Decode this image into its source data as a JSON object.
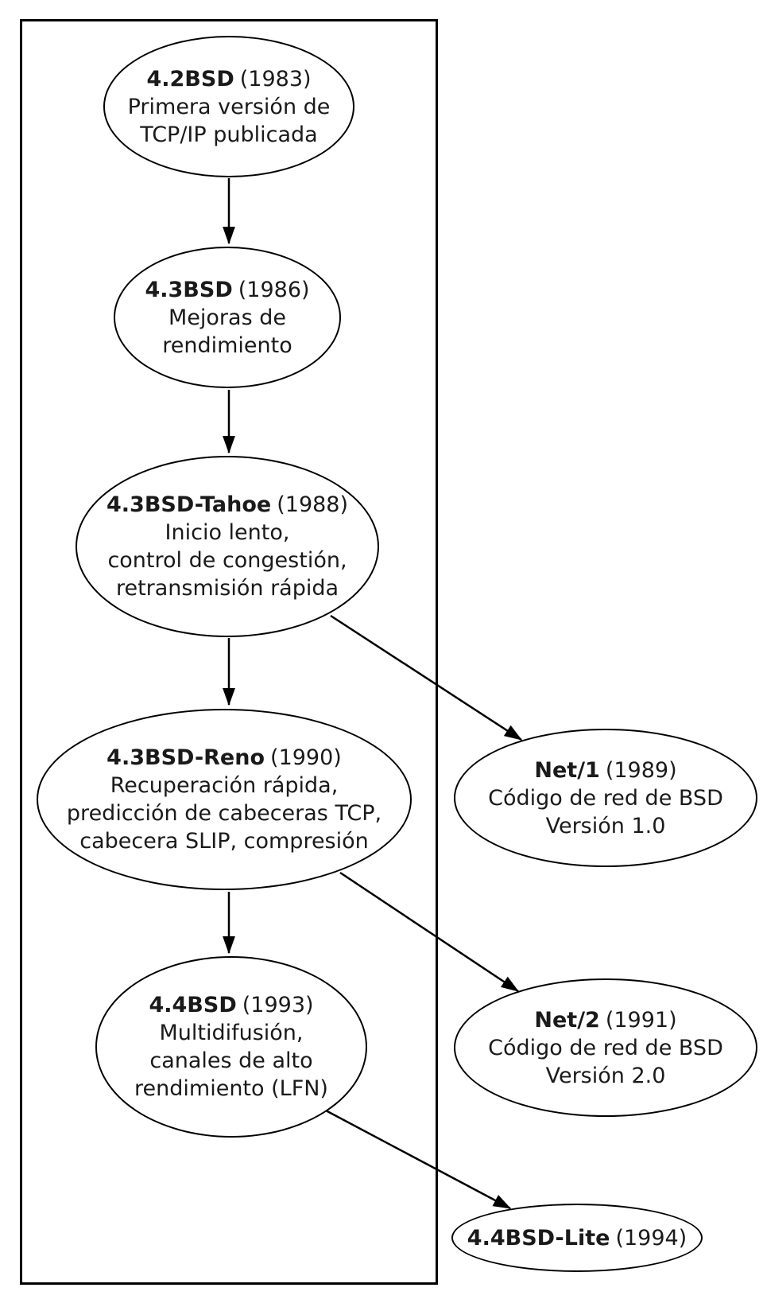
{
  "colors": {
    "background": "#ffffff",
    "stroke": "#000000",
    "text": "#1a1a1a"
  },
  "nodes": [
    {
      "name": "4.2BSD",
      "year": "(1983)",
      "lines": [
        "Primera versión de",
        "TCP/IP publicada"
      ]
    },
    {
      "name": "4.3BSD",
      "year": "(1986)",
      "lines": [
        "Mejoras de",
        "rendimiento"
      ]
    },
    {
      "name": "4.3BSD-Tahoe",
      "year": "(1988)",
      "lines": [
        "Inicio lento,",
        "control de congestión,",
        "retransmisión rápida"
      ]
    },
    {
      "name": "4.3BSD-Reno",
      "year": "(1990)",
      "lines": [
        "Recuperación rápida,",
        "predicción de cabeceras TCP,",
        "cabecera SLIP, compresión"
      ]
    },
    {
      "name": "4.4BSD",
      "year": "(1993)",
      "lines": [
        "Multidifusión,",
        "canales de alto",
        "rendimiento (LFN)"
      ]
    },
    {
      "name": "Net/1",
      "year": "(1989)",
      "lines": [
        "Código de red de BSD",
        "Versión 1.0"
      ]
    },
    {
      "name": "Net/2",
      "year": "(1991)",
      "lines": [
        "Código de red de BSD",
        "Versión 2.0"
      ]
    },
    {
      "name": "4.4BSD-Lite",
      "year": "(1994)",
      "lines": []
    }
  ],
  "edges": [
    {
      "from": "4.2BSD",
      "to": "4.3BSD"
    },
    {
      "from": "4.3BSD",
      "to": "4.3BSD-Tahoe"
    },
    {
      "from": "4.3BSD-Tahoe",
      "to": "4.3BSD-Reno"
    },
    {
      "from": "4.3BSD-Tahoe",
      "to": "Net/1"
    },
    {
      "from": "4.3BSD-Reno",
      "to": "4.4BSD"
    },
    {
      "from": "4.3BSD-Reno",
      "to": "Net/2"
    },
    {
      "from": "4.4BSD",
      "to": "4.4BSD-Lite"
    }
  ]
}
